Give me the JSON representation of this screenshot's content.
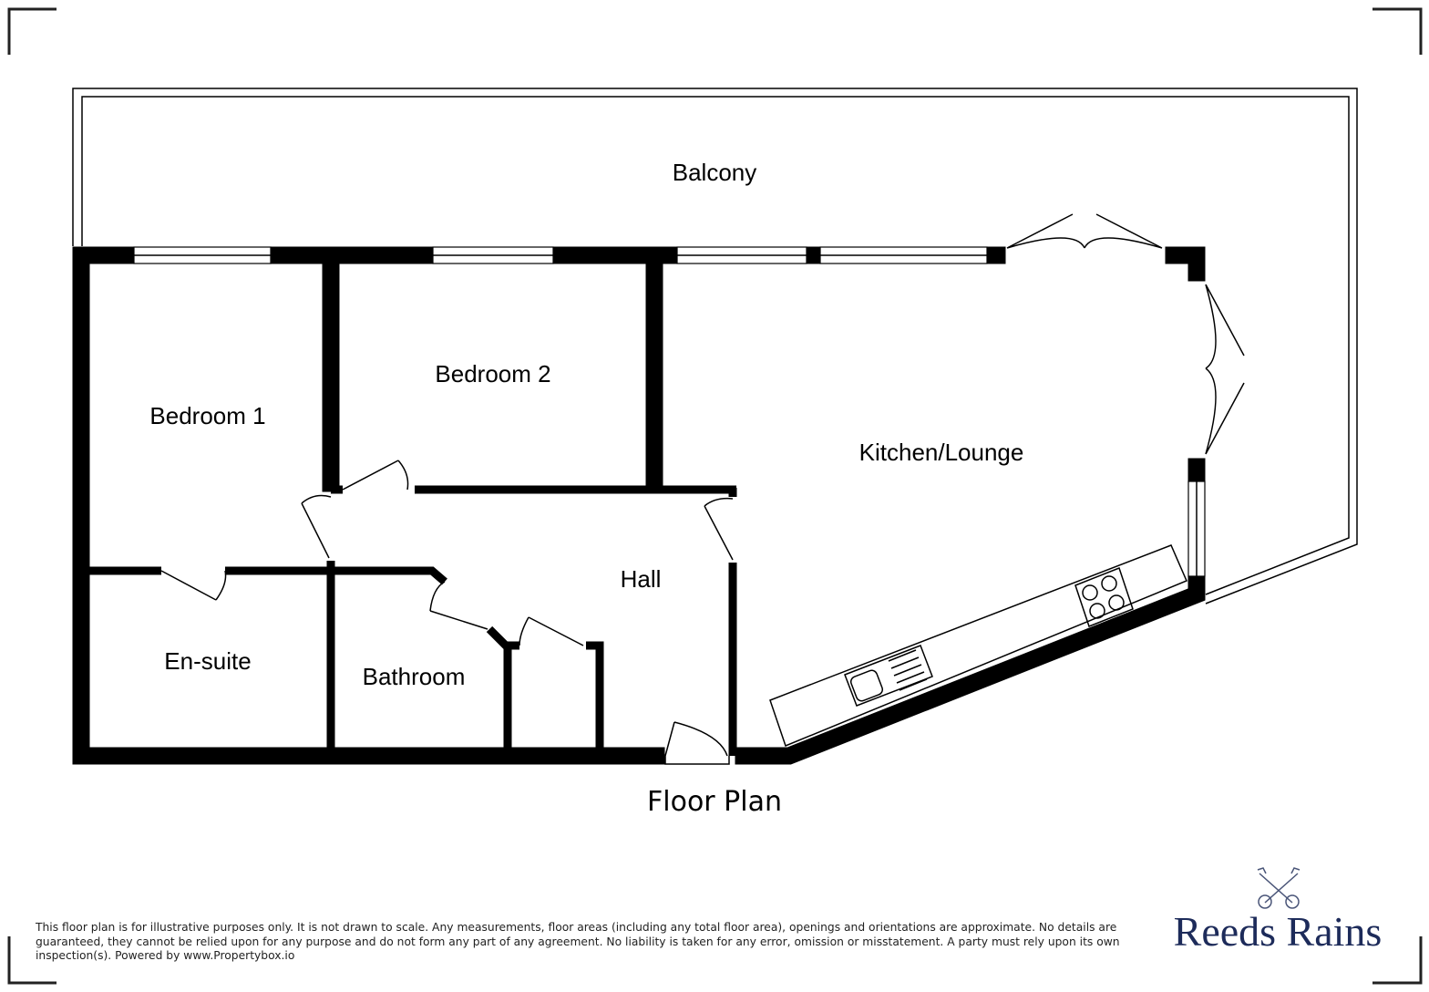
{
  "plan": {
    "title": "Floor Plan",
    "rooms": {
      "balcony": "Balcony",
      "bedroom1": "Bedroom 1",
      "bedroom2": "Bedroom 2",
      "kitchen_lounge": "Kitchen/Lounge",
      "hall": "Hall",
      "ensuite": "En-suite",
      "bathroom": "Bathroom"
    }
  },
  "footer": {
    "disclaimer": "This floor plan is for illustrative purposes only. It is not drawn to scale. Any measurements, floor areas (including any total floor area), openings and orientations are approximate. No details are guaranteed, they cannot be relied upon for any purpose and do not form any part of any agreement. No liability is taken for any error, omission or misstatement. A party must rely upon its own inspection(s). Powered by www.Propertybox.io",
    "brand": "Reeds Rains"
  },
  "colors": {
    "brand": "#1d2b5a",
    "walls": "#000000"
  }
}
